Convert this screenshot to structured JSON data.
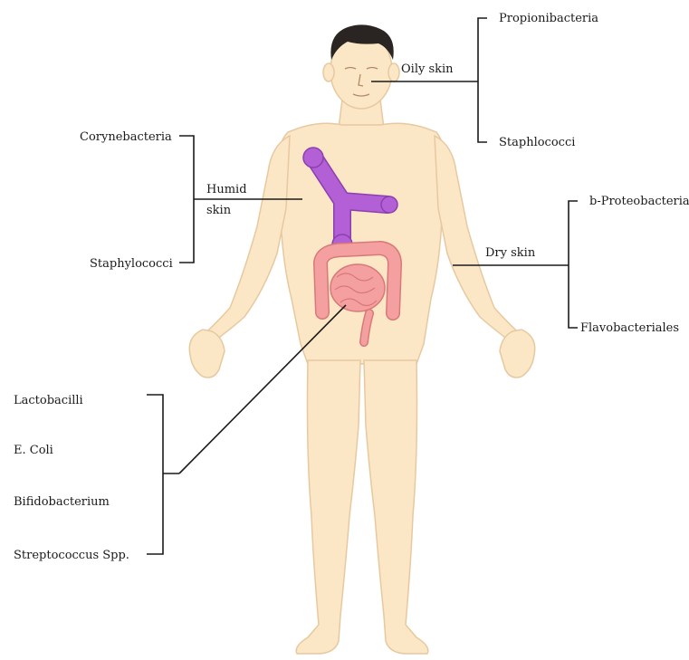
{
  "labels": {
    "oily_skin": "Oily skin",
    "propionibacteria": "Propionibacteria",
    "staphlococci": "Staphlococci",
    "humid_skin_line1": "Humid",
    "humid_skin_line2": "skin",
    "corynebacteria": "Corynebacteria",
    "staphylococci": "Staphylococci",
    "dry_skin": "Dry skin",
    "b_proteobacteria": "b-Proteobacteria",
    "flavobacteriales": "Flavobacteriales",
    "lactobacilli": "Lactobacilli",
    "e_coli": "E. Coli",
    "bifidobacterium": "Bifidobacterium",
    "streptococcus": "Streptococcus Spp."
  },
  "colors": {
    "skin": "#fbe6c6",
    "skin_outline": "#e7c9a0",
    "hair": "#2a2522",
    "lungs": "#b35fd6",
    "lungs_outline": "#8d3fb0",
    "intestine": "#f5a0a0",
    "intestine_outline": "#d97878",
    "lines": "#1a1a1a"
  }
}
